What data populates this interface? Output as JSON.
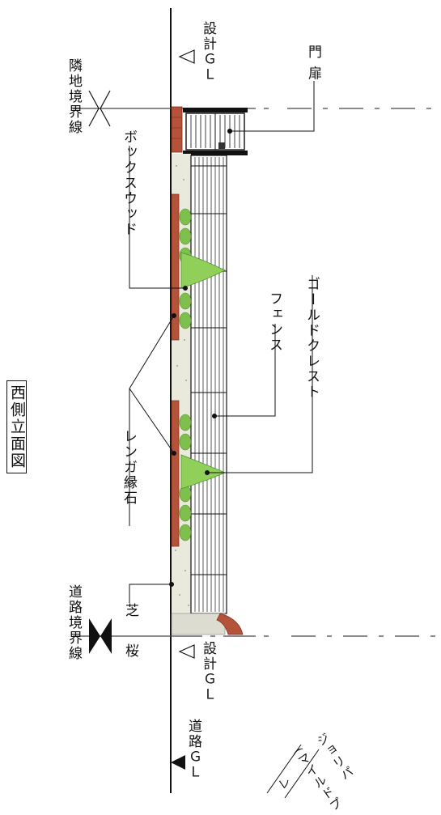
{
  "title": "西側立面図",
  "labels": {
    "design_gl_top": "設計ＧＬ",
    "gate": "門 扉",
    "neighbor_boundary": "隣地境界線",
    "boxwood": "ボックスウッド",
    "gold_crest": "ゴールドクレスト",
    "fence": "フェンス",
    "brick_edging": "レンガ縁石",
    "lawn": "芝",
    "cherry": "桜",
    "road_boundary": "道路境界線",
    "design_gl_bottom": "設計ＧＬ",
    "road_gl": "道路ＧＬ",
    "cut_text_1": "ジョリパ",
    "cut_text_2": "(マイルドプ",
    "cut_text_3": "レ"
  },
  "colors": {
    "brick": "#b5533a",
    "gravel": "#e9e9dc",
    "shrub": "#7fbf4d",
    "shrub_dark": "#4e8f2e",
    "line": "#111111",
    "dash": "#444444"
  }
}
